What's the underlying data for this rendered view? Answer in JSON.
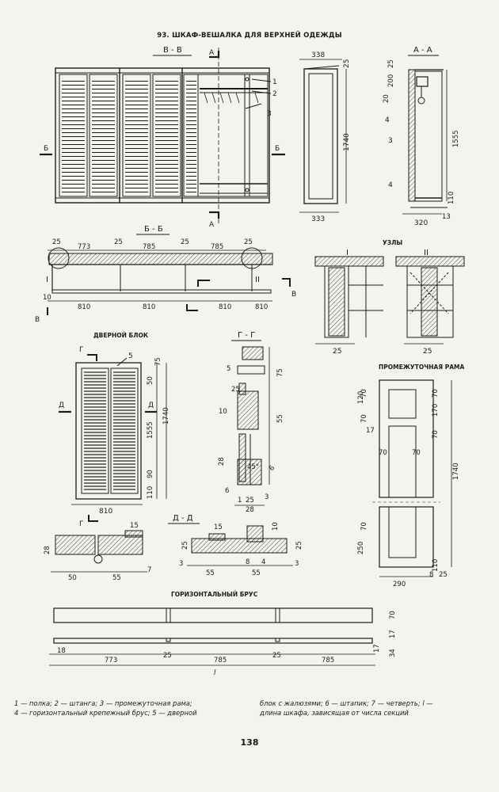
{
  "header": {
    "title": "93. ШКАФ-ВЕШАЛКА ДЛЯ ВЕРХНЕЙ ОДЕЖДЫ"
  },
  "sections": {
    "vv": "В - В",
    "aa": "А - А",
    "bb": "Б - Б",
    "nodes": "УЗЛЫ",
    "door_block": "ДВЕРНОЙ БЛОК",
    "gg": "Г - Г",
    "frame": "ПРОМЕЖУТОЧНАЯ РАМА",
    "dd": "Д - Д",
    "beam": "ГОРИЗОНТАЛЬНЫЙ БРУС"
  },
  "marks": {
    "A": "А",
    "B": "Б",
    "V": "В",
    "G": "Г",
    "D": "Д",
    "n1": "1",
    "n2": "2",
    "n3": "3",
    "n4": "4",
    "n5": "5",
    "n6": "6",
    "n7": "7",
    "node1": "I",
    "node2": "II",
    "len": "l"
  },
  "dims": {
    "top_338": "338",
    "top_25": "25",
    "h_1740": "1740",
    "w_333": "333",
    "aa_25": "25",
    "aa_200": "200",
    "aa_20": "20",
    "aa_1555": "1555",
    "aa_110": "110",
    "aa_320": "320",
    "aa_13": "13",
    "bb_25": "25",
    "bb_773": "773",
    "bb_785": "785",
    "bb_810": "810",
    "bb_10": "10",
    "door_75": "75",
    "door_50": "50",
    "door_1555": "1555",
    "door_1740": "1740",
    "door_90": "90",
    "door_110": "110",
    "door_810": "810",
    "gg_75": "75",
    "gg_55": "55",
    "gg_28": "28",
    "gg_45": "45°",
    "gg_6": "6",
    "gg_1": "1",
    "gg_3": "3",
    "gg_25": "25",
    "gg_5": "5",
    "gg_10": "10",
    "fr_120": "120",
    "fr_70": "70",
    "fr_170": "170",
    "fr_17": "17",
    "fr_1740": "1740",
    "fr_250": "250",
    "fr_110": "110",
    "fr_8": "8",
    "fr_290": "290",
    "dd_28": "28",
    "dd_50": "50",
    "dd_55": "55",
    "dd_15": "15",
    "dd_3": "3",
    "dd_4": "4",
    "dd_10": "10",
    "hb_18": "18",
    "hb_773": "773",
    "hb_25": "25",
    "hb_785": "785",
    "hb_70": "70",
    "hb_17": "17",
    "hb_34": "34"
  },
  "legend": {
    "col1a": "1 — полка;  2 — штанга;  3 — промежуточная  рама;",
    "col1b": "4 — горизонтальный  крепежный  брус;  5 — дверной",
    "col2a": "блок с жалюзями;  6 — штапик;  7 — четверть;  l —",
    "col2b": "длина шкафа, зависящая от числа секций"
  },
  "page": {
    "number": "138"
  }
}
